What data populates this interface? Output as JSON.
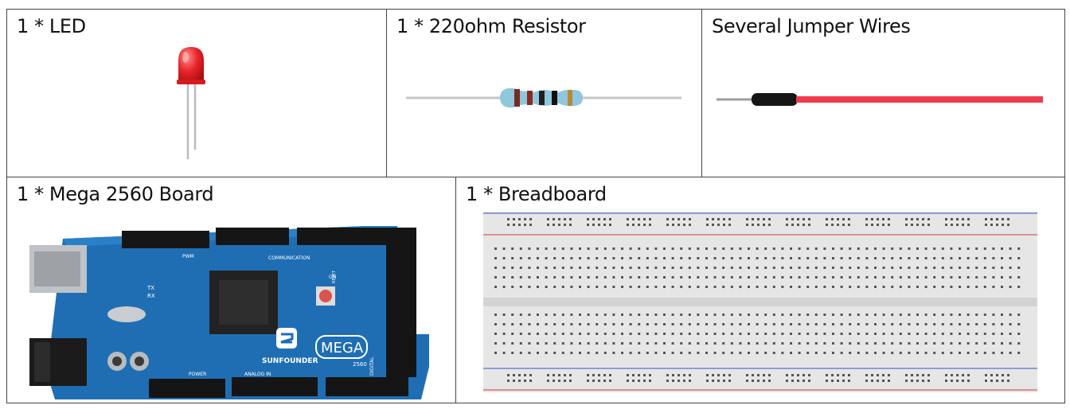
{
  "components": [
    {
      "label": "1 * LED",
      "image": "red-led-icon"
    },
    {
      "label": "1 * 220ohm Resistor",
      "image": "resistor-icon"
    },
    {
      "label": "Several Jumper Wires",
      "image": "jumper-wire-icon"
    },
    {
      "label": "1 * Mega 2560 Board",
      "image": "mega-2560-board-icon"
    },
    {
      "label": "1 * Breadboard",
      "image": "breadboard-icon"
    }
  ],
  "board": {
    "brand": "SUNFOUNDER",
    "model": "MEGA",
    "model_number": "2560",
    "header_communication": "COMMUNICATION",
    "header_power": "POWER",
    "header_analog": "ANALOG IN",
    "header_digital": "DIGITAL",
    "tx_label": "TX",
    "rx_label": "RX",
    "on_label": "ON",
    "pwm_label": "PWM",
    "reset_label": "RESET"
  },
  "colors": {
    "led_red": "#e8262a",
    "resistor_body": "#8fc7dd",
    "wire_red": "#ef3b4c",
    "board_blue": "#1f6eb3",
    "breadboard_rail_blue": "#3a50c8",
    "breadboard_rail_red": "#d23a3a"
  }
}
